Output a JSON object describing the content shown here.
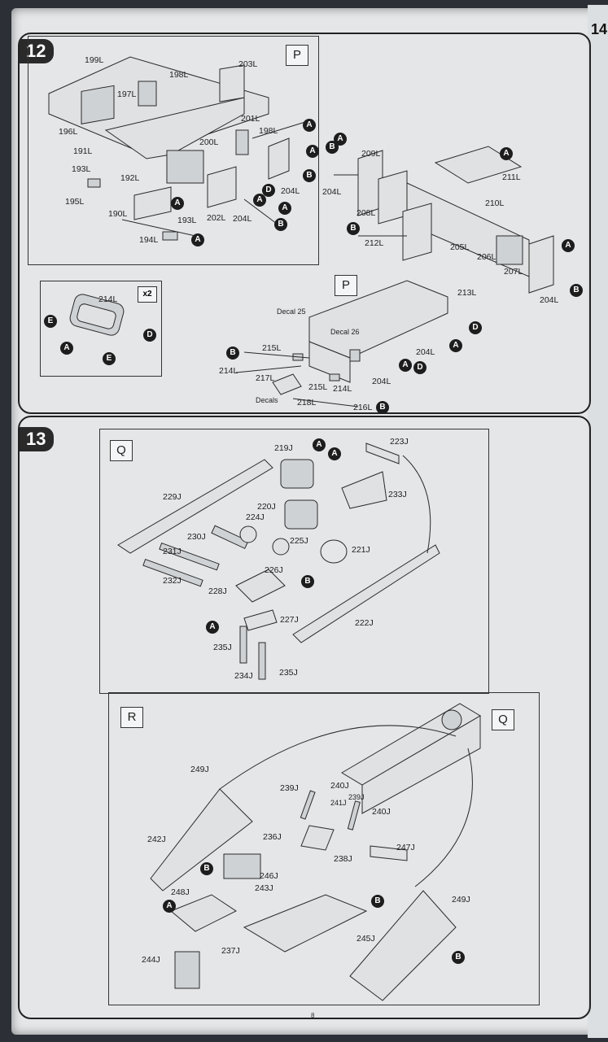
{
  "side_page_number": "14",
  "footer_page_number": "8",
  "steps": [
    {
      "number": "12"
    },
    {
      "number": "13"
    }
  ],
  "panel_tags": {
    "p1": "P",
    "p2": "P",
    "q1": "Q",
    "r1": "R",
    "q2": "Q"
  },
  "multiplier": "x2",
  "callout_letters": {
    "a": "A",
    "b": "B",
    "d": "D",
    "e": "E"
  },
  "step12_labels": [
    "199L",
    "198L",
    "203L",
    "197L",
    "196L",
    "201L",
    "198L",
    "200L",
    "191L",
    "193L",
    "192L",
    "204L",
    "195L",
    "190L",
    "193L",
    "202L",
    "204L",
    "194L",
    "209L",
    "211L",
    "204L",
    "210L",
    "208L",
    "212L",
    "205L",
    "206L",
    "207L",
    "204L",
    "213L",
    "214L",
    "Decal 25",
    "Decal 26",
    "215L",
    "204L",
    "214L",
    "217L",
    "204L",
    "215L",
    "214L",
    "Decals",
    "218L",
    "216L"
  ],
  "step13_labels": [
    "219J",
    "223J",
    "229J",
    "220J",
    "233J",
    "224J",
    "230J",
    "225J",
    "221J",
    "231J",
    "226J",
    "232J",
    "228J",
    "227J",
    "222J",
    "235J",
    "234J",
    "235J",
    "249J",
    "239J",
    "240J",
    "241J",
    "239J",
    "240J",
    "242J",
    "236J",
    "247J",
    "238J",
    "246J",
    "243J",
    "248J",
    "249J",
    "245J",
    "237J",
    "244J"
  ]
}
